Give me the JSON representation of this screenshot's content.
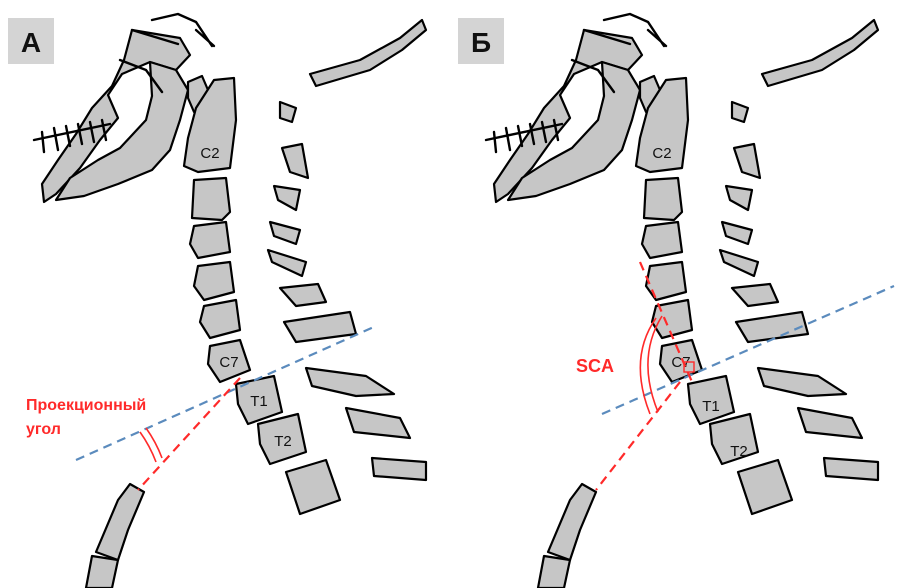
{
  "panel_a": {
    "tag": "А",
    "vertebrae": [
      "C2",
      "C7",
      "T1",
      "T2"
    ],
    "angle_label_line1": "Проекционный",
    "angle_label_line2": "угол"
  },
  "panel_b": {
    "tag": "Б",
    "vertebrae": [
      "C2",
      "C7",
      "T1",
      "T2"
    ],
    "angle_label": "SCA"
  },
  "colors": {
    "bone_fill": "#c6c6c6",
    "outline": "#000000",
    "horizontal_line": "#5b8bbd",
    "angle_line": "#ff2a2a"
  }
}
